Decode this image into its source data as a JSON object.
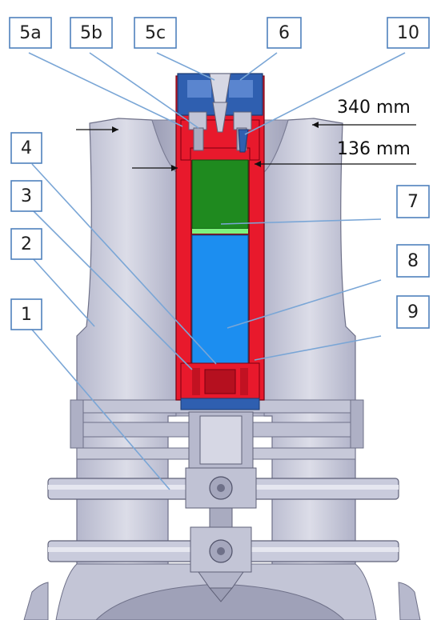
{
  "callouts": {
    "c5a": "5a",
    "c5b": "5b",
    "c5c": "5c",
    "c6": "6",
    "c10": "10",
    "c4": "4",
    "c3": "3",
    "c2": "2",
    "c1": "1",
    "c7": "7",
    "c8": "8",
    "c9": "9"
  },
  "dimensions": {
    "outer": "340 mm",
    "inner": "136 mm"
  },
  "colors": {
    "housing": "#c9cbdc",
    "housing_dark": "#8e90a8",
    "liner_red": "#e8192c",
    "green_block": "#1f8a1f",
    "blue_block": "#1c8ef0",
    "cap_blue": "#2f5fb0",
    "callout_border": "#4f81bd",
    "leader_line": "#7aa6d6"
  }
}
